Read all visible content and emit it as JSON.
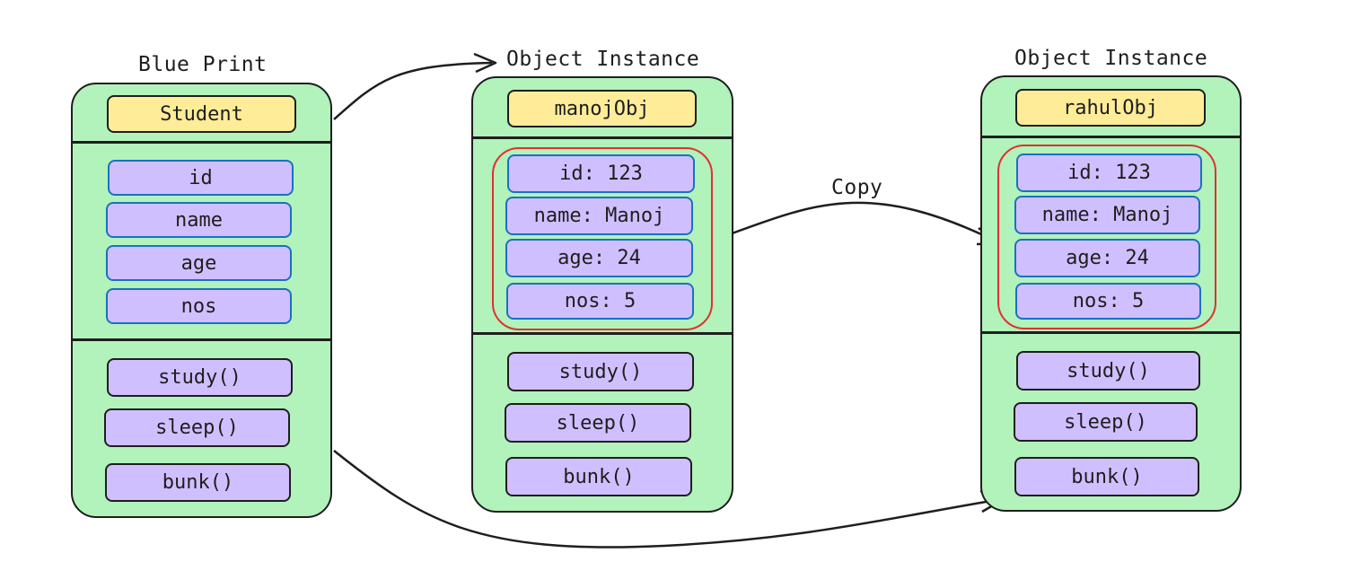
{
  "blueprint": {
    "caption": "Blue Print",
    "title": "Student",
    "attributes": [
      "id",
      "name",
      "age",
      "nos"
    ],
    "methods": [
      "study()",
      "sleep()",
      "bunk()"
    ]
  },
  "instance1": {
    "caption": "Object Instance",
    "title": "manojObj",
    "attributes": [
      "id: 123",
      "name: Manoj",
      "age: 24",
      "nos: 5"
    ],
    "methods": [
      "study()",
      "sleep()",
      "bunk()"
    ]
  },
  "instance2": {
    "caption": "Object Instance",
    "title": "rahulObj",
    "attributes": [
      "id: 123",
      "name: Manoj",
      "age: 24",
      "nos: 5"
    ],
    "methods": [
      "study()",
      "sleep()",
      "bunk()"
    ]
  },
  "copy_label": "Copy",
  "colors": {
    "card_fill": "#b2f2bb",
    "title_fill": "#ffec99",
    "pill_fill": "#d0bfff",
    "attr_border": "#1971c2",
    "highlight_border": "#e03131",
    "stroke": "#1e1e1e"
  }
}
